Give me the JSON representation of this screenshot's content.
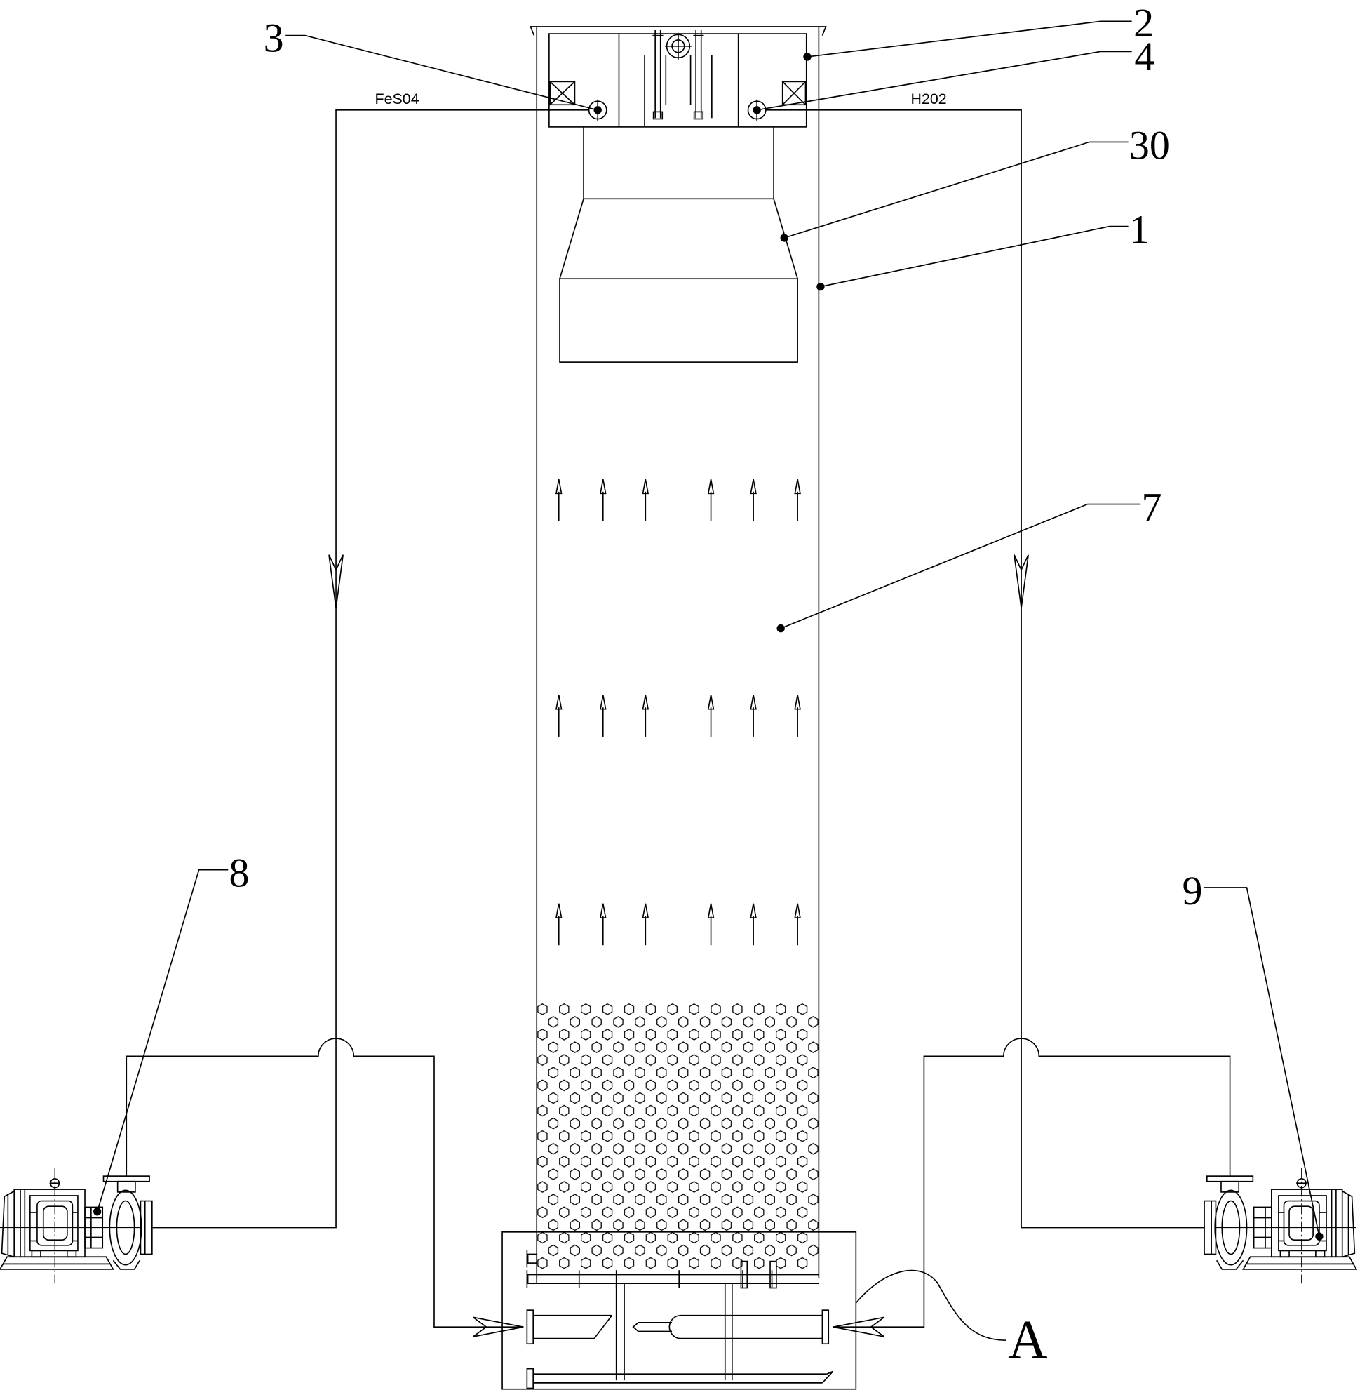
{
  "diagram": {
    "feed_labels": {
      "left": "FeS04",
      "right": "H202"
    },
    "callouts": [
      {
        "label": "3"
      },
      {
        "label": "2"
      },
      {
        "label": "4"
      },
      {
        "label": "30"
      },
      {
        "label": "1"
      },
      {
        "label": "7"
      },
      {
        "label": "8"
      },
      {
        "label": "9"
      },
      {
        "label": "A"
      }
    ]
  },
  "colors": {
    "line": "#000000",
    "background": "#ffffff"
  }
}
